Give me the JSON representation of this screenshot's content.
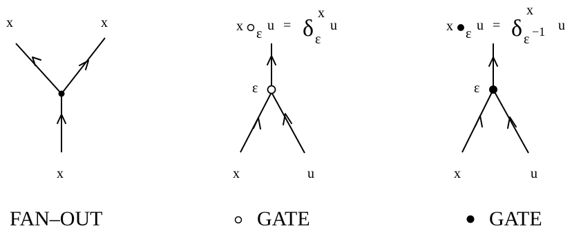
{
  "fanout": {
    "label_top_left": "x",
    "label_top_right": "x",
    "label_bottom": "x",
    "caption": "FAN–OUT"
  },
  "gate_open": {
    "formula_x": "x",
    "formula_eps": "ε",
    "formula_u": "u",
    "formula_eq": "=",
    "formula_delta": "δ",
    "formula_delta_sup": "x",
    "formula_delta_sub": "ε",
    "formula_u2": "u",
    "node_label": "ε",
    "label_bottom_left": "x",
    "label_bottom_right": "u",
    "caption_symbol": "○",
    "caption": "GATE"
  },
  "gate_filled": {
    "formula_x": "x",
    "formula_eps": "ε",
    "formula_u": "u",
    "formula_eq": "=",
    "formula_delta": "δ",
    "formula_delta_sup": "x",
    "formula_delta_sub": "ε",
    "formula_delta_sub_exp": "−1",
    "formula_u2": "u",
    "node_label": "ε",
    "label_bottom_left": "x",
    "label_bottom_right": "u",
    "caption_symbol": "●",
    "caption": "GATE"
  }
}
